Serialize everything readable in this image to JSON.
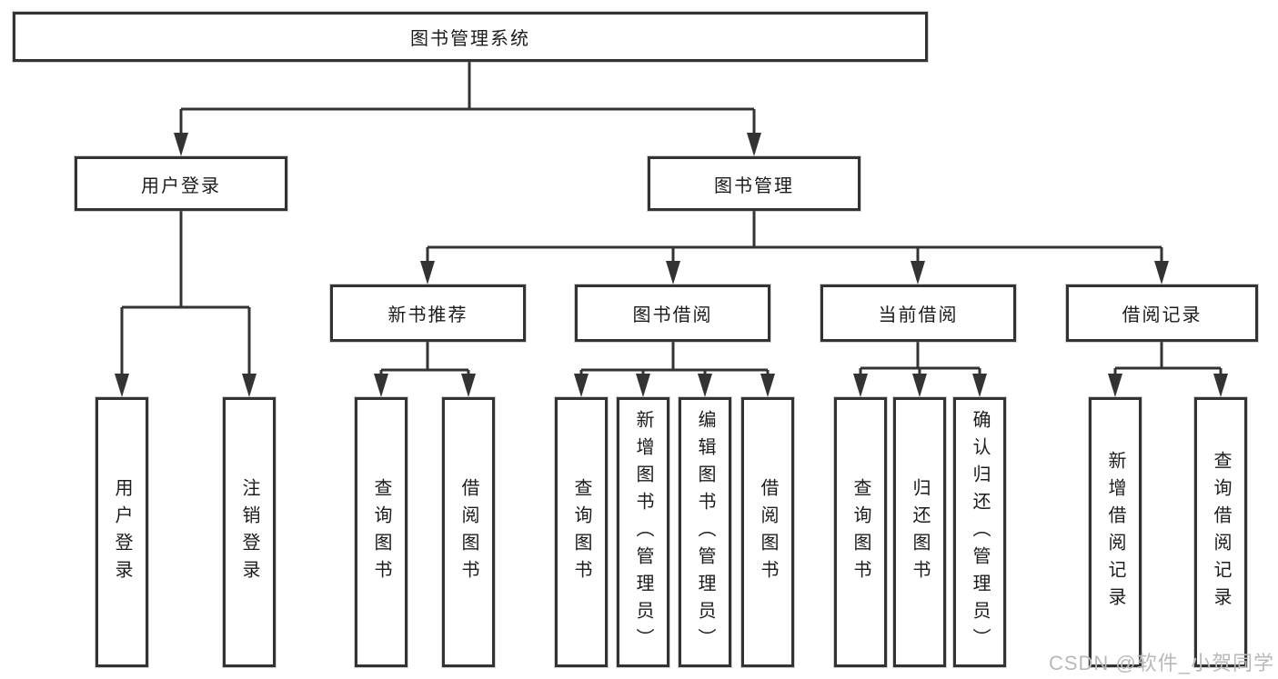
{
  "tree": {
    "root": {
      "label": "图书管理系统"
    },
    "branches": [
      {
        "label": "用户登录",
        "children": [
          {
            "label": "用户登录"
          },
          {
            "label": "注销登录"
          }
        ]
      },
      {
        "label": "图书管理",
        "children": [
          {
            "label": "新书推荐",
            "children": [
              {
                "label": "查询图书"
              },
              {
                "label": "借阅图书"
              }
            ]
          },
          {
            "label": "图书借阅",
            "children": [
              {
                "label": "查询图书"
              },
              {
                "label": "新增图书（管理员）"
              },
              {
                "label": "编辑图书（管理员）"
              },
              {
                "label": "借阅图书"
              }
            ]
          },
          {
            "label": "当前借阅",
            "children": [
              {
                "label": "查询图书"
              },
              {
                "label": "归还图书"
              },
              {
                "label": "确认归还（管理员）"
              }
            ]
          },
          {
            "label": "借阅记录",
            "children": [
              {
                "label": "新增借阅记录"
              },
              {
                "label": "查询借阅记录"
              }
            ]
          }
        ]
      }
    ]
  },
  "watermark": {
    "text": "CSDN @软件_小贺同学"
  },
  "colors": {
    "line": "#333333",
    "border": "#333333",
    "text": "#1c1c1c",
    "background": "#ffffff",
    "watermark": "#b9b9b9"
  }
}
